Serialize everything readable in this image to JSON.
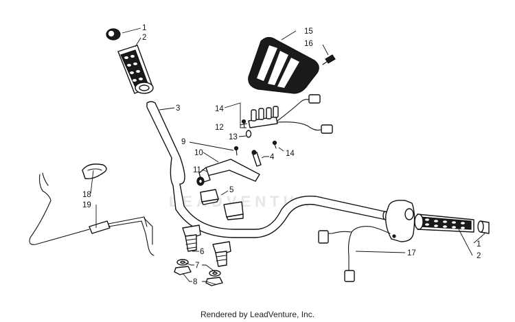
{
  "diagram": {
    "callouts": {
      "c1a": "1",
      "c2a": "2",
      "c3": "3",
      "c4": "4",
      "c5": "5",
      "c6": "6",
      "c7": "7",
      "c8": "8",
      "c9": "9",
      "c10": "10",
      "c11": "11",
      "c12": "12",
      "c13": "13",
      "c14a": "14",
      "c14b": "14",
      "c15": "15",
      "c16": "16",
      "c17": "17",
      "c18": "18",
      "c19": "19",
      "c1b": "1",
      "c2b": "2"
    },
    "watermark": "LEADVENTURE",
    "footer": "Rendered by LeadVenture, Inc."
  }
}
